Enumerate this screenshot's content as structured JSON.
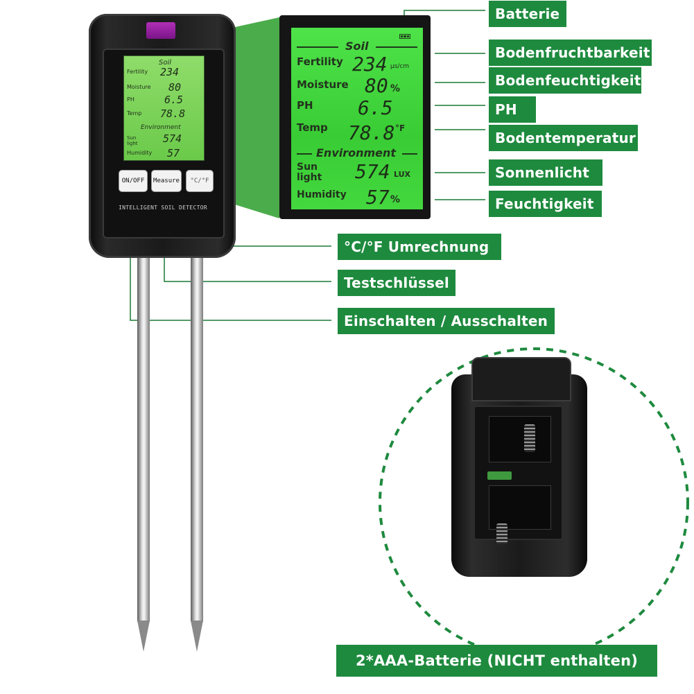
{
  "device": {
    "brand_text": "INTELLIGENT SOIL DETECTOR",
    "buttons": {
      "onoff": "ON/OFF",
      "measure": "Measure",
      "unit": "°C/°F"
    }
  },
  "lcd": {
    "soil_header": "Soil",
    "environment_header": "Environment",
    "battery_icon": "battery-icon",
    "rows": {
      "fertility": {
        "label": "Fertility",
        "value": "234",
        "unit": "µs/cm"
      },
      "moisture": {
        "label": "Moisture",
        "value": "80",
        "unit": "%"
      },
      "ph": {
        "label": "PH",
        "value": "6.5",
        "unit": ""
      },
      "temp": {
        "label": "Temp",
        "value": "78.8",
        "unit": "°F"
      },
      "sunlight": {
        "label1": "Sun",
        "label2": "light",
        "value": "574",
        "unit": "LUX"
      },
      "humidity": {
        "label": "Humidity",
        "value": "57",
        "unit": "%"
      }
    }
  },
  "callouts": {
    "battery": "Batterie",
    "fertility": "Bodenfruchtbarkeit",
    "moisture": "Bodenfeuchtigkeit",
    "ph": "PH",
    "temperature": "Bodentemperatur",
    "sunlight": "Sonnenlicht",
    "humidity": "Feuchtigkeit",
    "unit_switch": "°C/°F Umrechnung",
    "test_key": "Testschlüssel",
    "power": "Einschalten / Ausschalten"
  },
  "battery_note": "2*AAA-Batterie (NICHT enthalten)",
  "colors": {
    "label_green": "#1e8a3e",
    "lcd_green": "#3ed13a",
    "device_body": "#141414"
  }
}
